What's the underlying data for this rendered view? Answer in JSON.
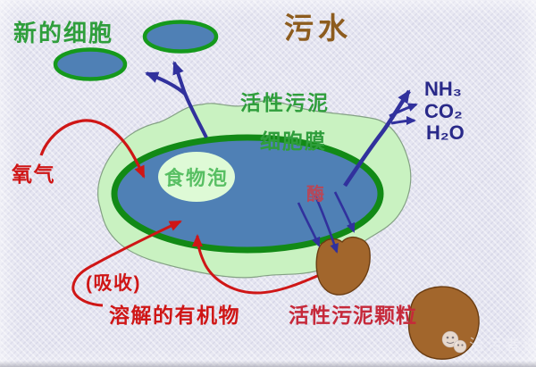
{
  "diagram": {
    "labels": {
      "new_cells": "新的细胞",
      "sewage": "污水",
      "activated_sludge": "活性污泥",
      "cell_membrane": "细胞膜",
      "food_vacuole": "食物泡",
      "enzyme": "酶",
      "oxygen": "氧气",
      "ammonia": "NH₃",
      "carbon_dioxide": "CO₂",
      "water": "H₂O",
      "absorption": "(吸收)",
      "dissolved_organic_matter": "溶解的有机物",
      "activated_sludge_particles": "活性污泥颗粒"
    },
    "watermark": {
      "text": "治污者说",
      "icon": "wechat-icon"
    },
    "colors": {
      "background": "#e5e5f1",
      "green_label": "#2f9e3c",
      "sewage_brown": "#8d5c1e",
      "red_arrow": "#cf1616",
      "crimson_label": "#c6293a",
      "blue_arrow": "#31319d",
      "chem_blue": "#292989",
      "cell_fill": "#4f80b5",
      "membrane_green": "#128a16",
      "sludge_blob_fill": "#c9f2c1",
      "food_vacuole_fill": "#defad6",
      "vacuole_text_green": "#58bf63",
      "enzyme_red": "#b5485a",
      "particle_brown": "#a2662c"
    }
  }
}
